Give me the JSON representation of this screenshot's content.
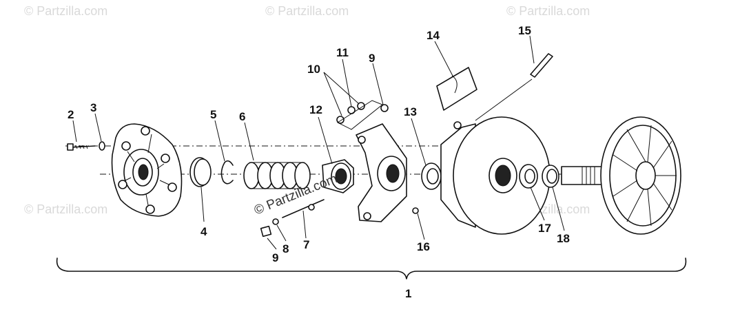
{
  "watermark": {
    "text": "© Partzilla.com",
    "center_text": "© Partzilla.com"
  },
  "callouts": {
    "c1": "1",
    "c2": "2",
    "c3": "3",
    "c4": "4",
    "c5": "5",
    "c6": "6",
    "c7": "7",
    "c8": "8",
    "c9a": "9",
    "c9b": "9",
    "c10": "10",
    "c11": "11",
    "c12": "12",
    "c13": "13",
    "c14": "14",
    "c15": "15",
    "c16": "16",
    "c17": "17",
    "c18": "18"
  }
}
